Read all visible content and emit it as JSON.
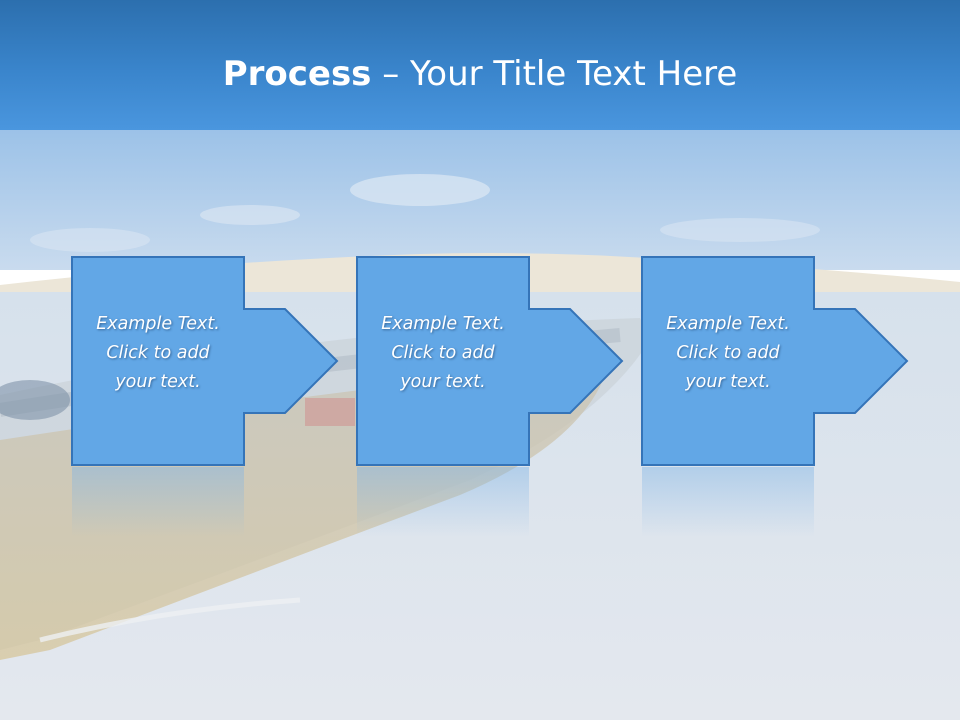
{
  "slide": {
    "title_bold": "Process",
    "title_rest": " – Your Title Text Here"
  },
  "steps": [
    {
      "line1": "Example Text.",
      "line2": "Click  to add",
      "line3": "your text."
    },
    {
      "line1": "Example Text.",
      "line2": "Click  to add",
      "line3": "your text."
    },
    {
      "line1": "Example Text.",
      "line2": "Click  to add",
      "line3": "your text."
    }
  ],
  "colors": {
    "title_bar": "#3a85cc",
    "shape_fill": "#62a7e6",
    "shape_stroke": "#3574b8",
    "title_text": "#ffffff"
  }
}
